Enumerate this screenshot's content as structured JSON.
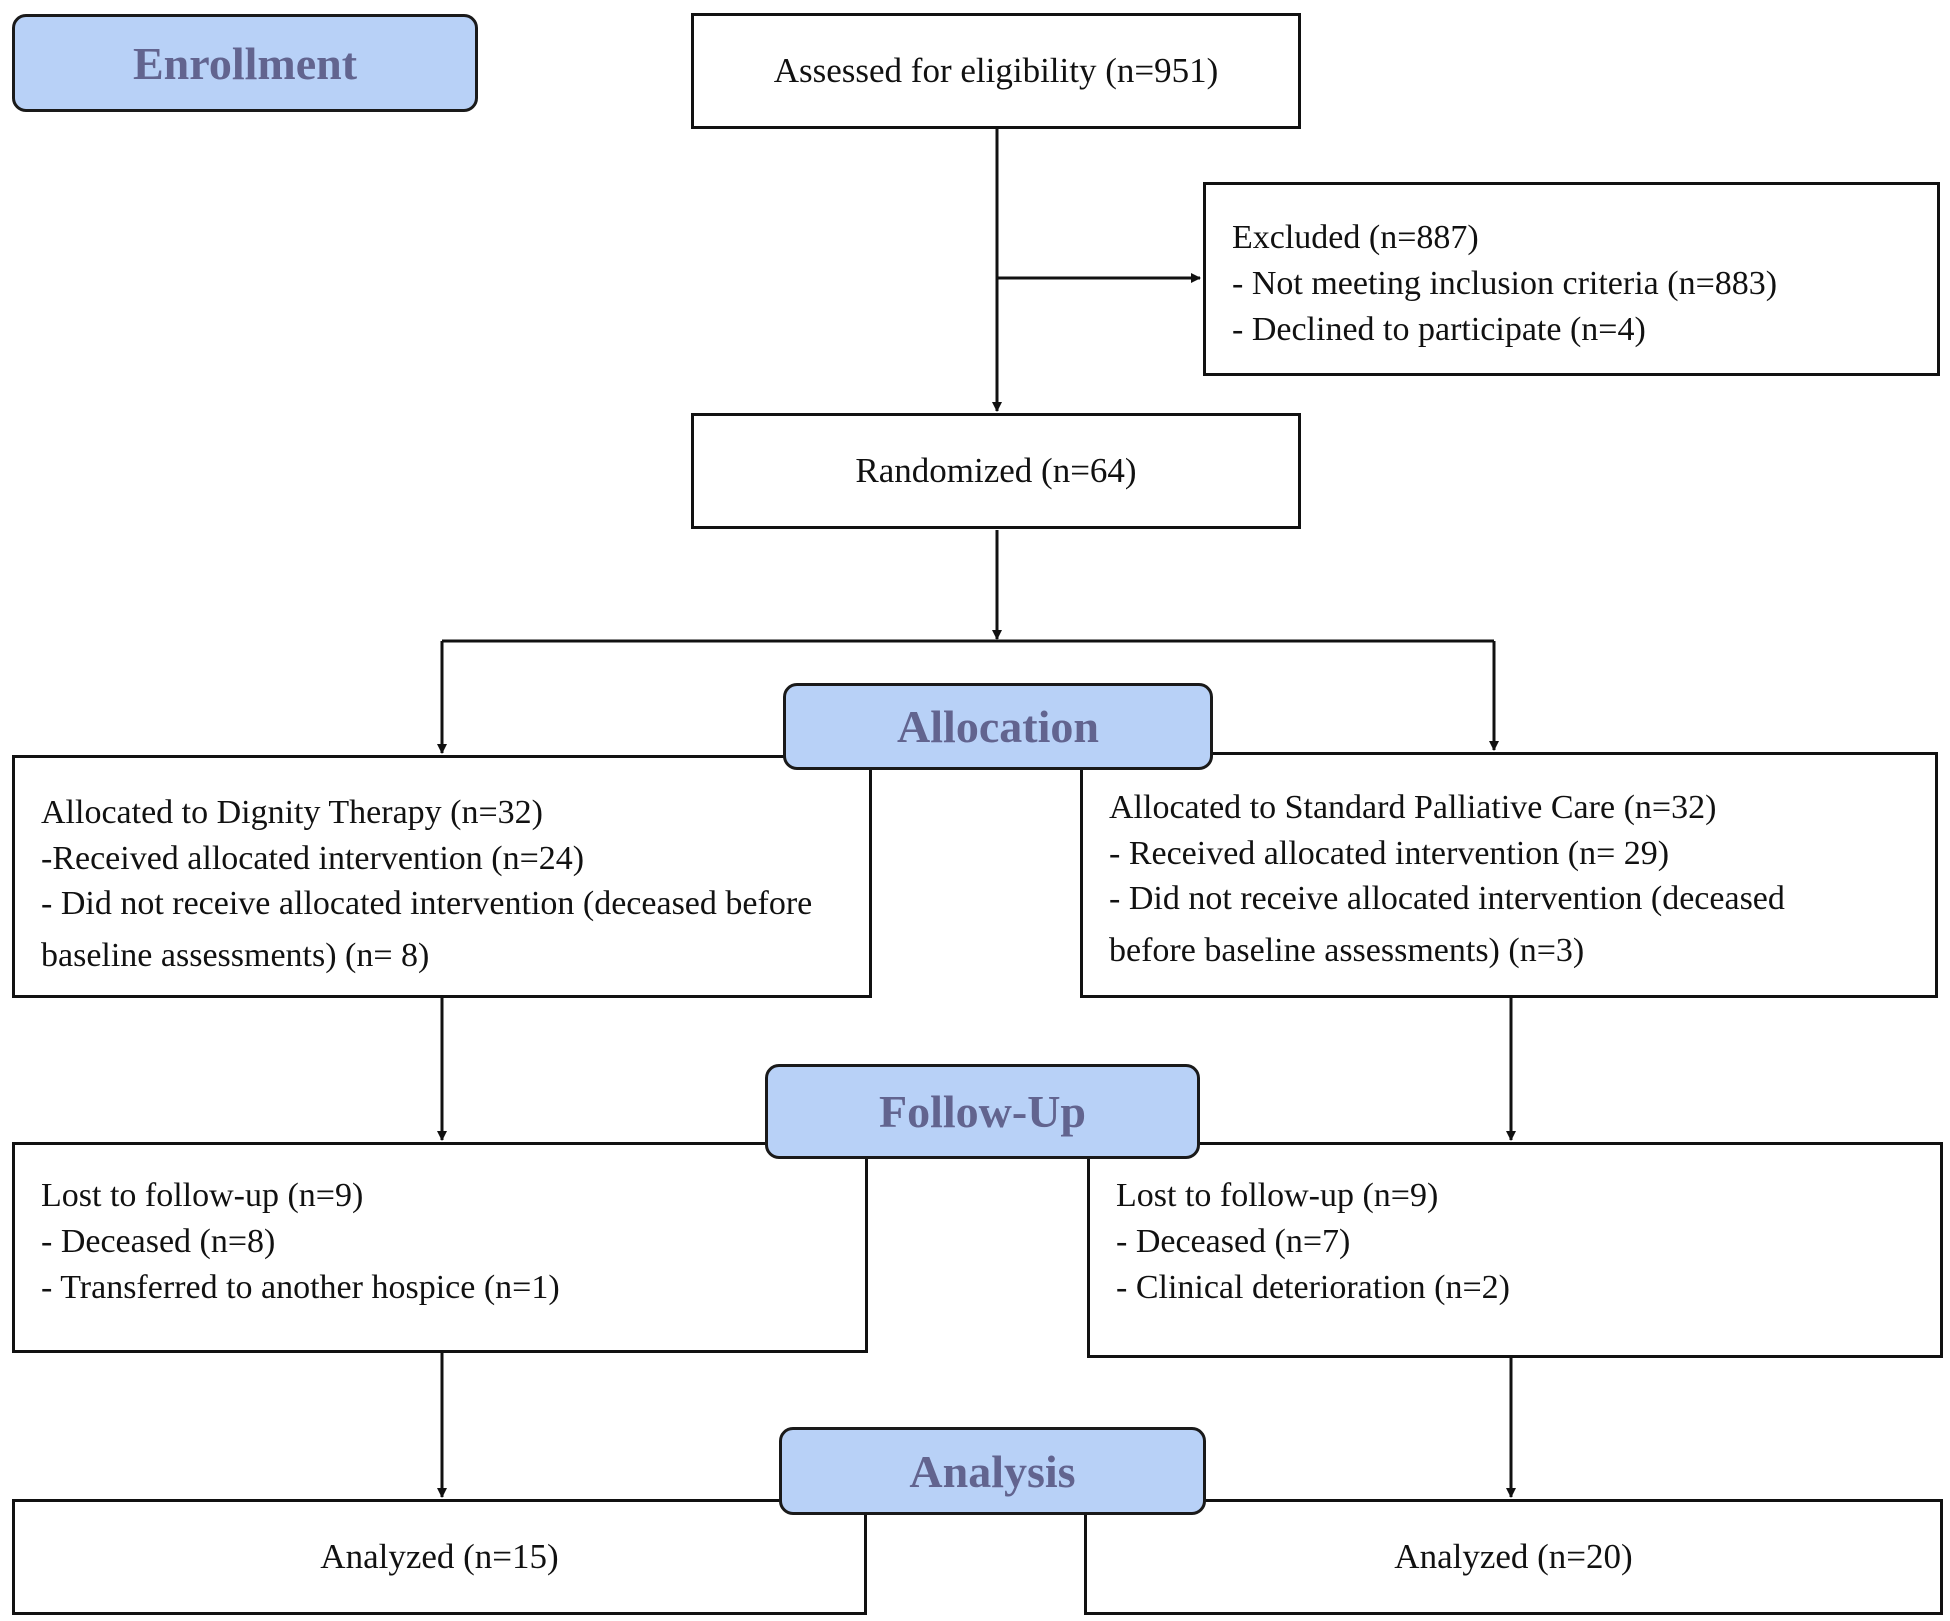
{
  "stages": {
    "enrollment": "Enrollment",
    "allocation": "Allocation",
    "follow_up": "Follow-Up",
    "analysis": "Analysis"
  },
  "boxes": {
    "assessed": "Assessed for eligibility (n=951)",
    "excluded": [
      "Excluded (n=887)",
      "- Not meeting inclusion criteria (n=883)",
      "- Declined to participate (n=4)"
    ],
    "randomized": "Randomized (n=64)",
    "allocated_dignity": [
      "Allocated to Dignity Therapy (n=32)",
      "-Received allocated intervention (n=24)",
      "- Did not receive allocated intervention (deceased before baseline assessments) (n= 8)"
    ],
    "allocated_standard": [
      "Allocated to Standard Palliative Care (n=32)",
      "- Received allocated intervention (n= 29)",
      "- Did not receive allocated intervention (deceased before baseline assessments) (n=3)"
    ],
    "followup_dignity": [
      "Lost to follow-up (n=9)",
      "- Deceased (n=8)",
      "- Transferred to another hospice (n=1)"
    ],
    "followup_standard": [
      "Lost to follow-up (n=9)",
      "- Deceased (n=7)",
      "- Clinical deterioration (n=2)"
    ],
    "analyzed_dignity": "Analyzed (n=15)",
    "analyzed_standard": "Analyzed (n=20)"
  },
  "colors": {
    "stage_fill": "#b8d1f7",
    "stage_text": "#62648f",
    "line": "#111111"
  }
}
